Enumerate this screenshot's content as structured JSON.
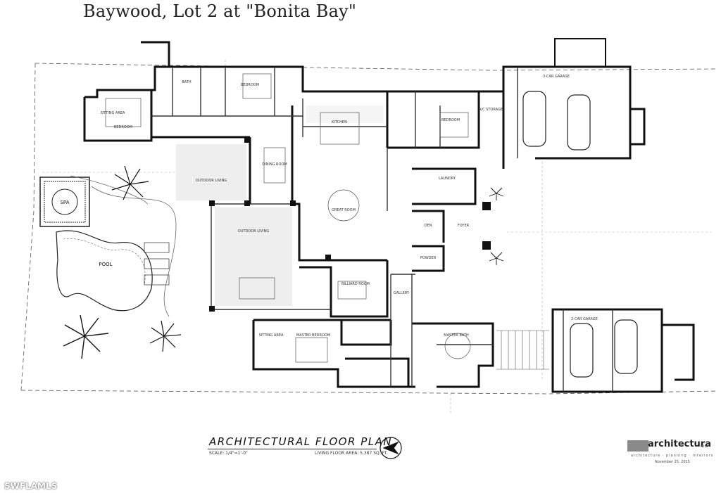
{
  "header": {
    "title": "Baywood, Lot 2 at \"Bonita Bay\""
  },
  "plan": {
    "caption": "ARCHITECTURAL FLOOR PLAN",
    "scale": "SCALE: 1/4\"=1'-0\"",
    "living_area": "LIVING FLOOR AREA: 5,387 SQ. FT.",
    "rooms": {
      "sitting_area_left": "SITTING AREA",
      "bedroom_guest": "BEDROOM",
      "bath": "BATH",
      "bedroom_upper": "BEDROOM",
      "kitchen": "KITCHEN",
      "dining": "DINING ROOM",
      "great_room": "GREAT ROOM",
      "outdoor_living": "OUTDOOR LIVING",
      "outdoor_living_2": "OUTDOOR LIVING",
      "spa": "SPA",
      "pool": "POOL",
      "garage_top": "3-CAR GARAGE",
      "garage_bottom": "2-CAR GARAGE",
      "laundry": "LAUNDRY",
      "billiard": "BILLIARD ROOM",
      "master_bedroom": "MASTER BEDROOM",
      "master_bath": "MASTER BATH",
      "sitting_area_master": "SITTING AREA",
      "foyer": "FOYER",
      "den": "DEN",
      "bedroom_right": "BEDROOM",
      "ac_storage": "A/C STORAGE",
      "powder": "POWDER",
      "gallery": "GALLERY"
    }
  },
  "firm": {
    "name": "architectura",
    "suffix": "inc.",
    "tagline": "architecture · planning · interiors",
    "date": "November 25, 2015"
  },
  "watermark": "SWFLAMLS",
  "colors": {
    "ink": "#1a1a1a",
    "paper": "#ffffff",
    "fill": "#d9d9d9"
  }
}
